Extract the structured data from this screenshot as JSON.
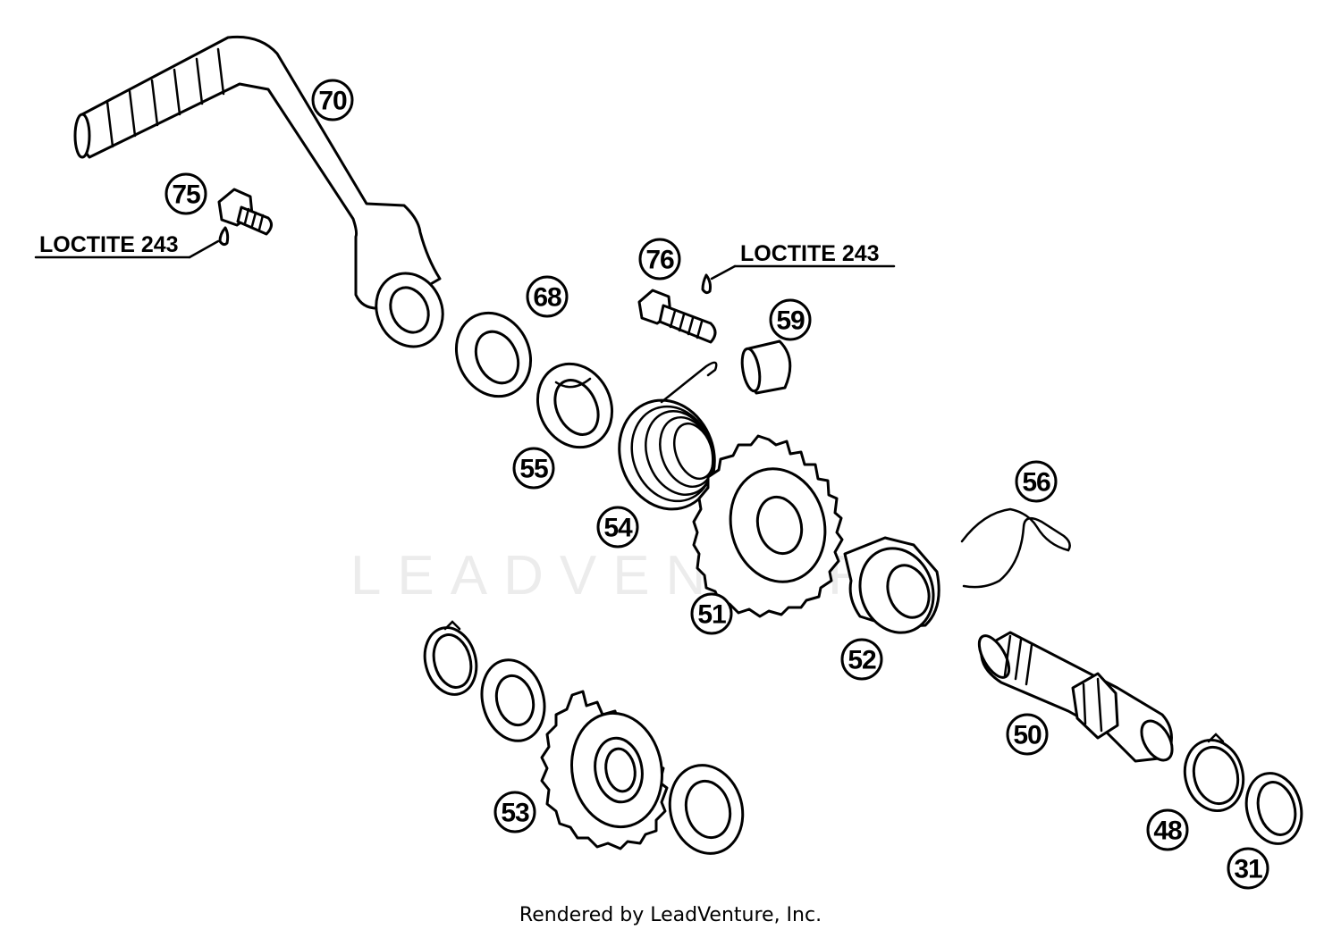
{
  "watermark": "LEADVENTURE",
  "footer": "Rendered by LeadVenture, Inc.",
  "notes": [
    "LOCTITE 243",
    "LOCTITE 243"
  ],
  "callouts": [
    {
      "id": "70",
      "label": "70"
    },
    {
      "id": "75",
      "label": "75"
    },
    {
      "id": "76",
      "label": "76"
    },
    {
      "id": "68",
      "label": "68"
    },
    {
      "id": "59",
      "label": "59"
    },
    {
      "id": "55",
      "label": "55"
    },
    {
      "id": "54",
      "label": "54"
    },
    {
      "id": "56",
      "label": "56"
    },
    {
      "id": "51",
      "label": "51"
    },
    {
      "id": "52",
      "label": "52"
    },
    {
      "id": "50",
      "label": "50"
    },
    {
      "id": "53",
      "label": "53"
    },
    {
      "id": "48",
      "label": "48"
    },
    {
      "id": "31",
      "label": "31"
    }
  ]
}
